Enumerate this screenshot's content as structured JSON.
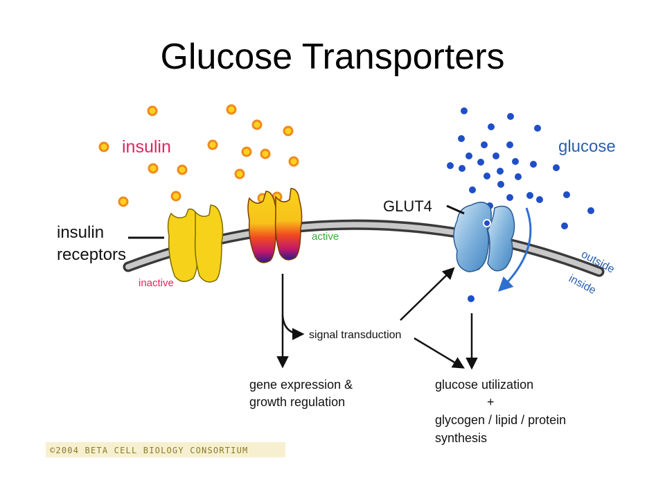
{
  "slide": {
    "title": "Glucose Transporters"
  },
  "labels": {
    "insulin": "insulin",
    "glucose": "glucose",
    "glut4": "GLUT4",
    "receptors_line1": "insulin",
    "receptors_line2": "receptors",
    "inactive": "inactive",
    "active": "active",
    "outside": "outside",
    "inside": "inside",
    "signal_transduction": "signal transduction",
    "gene_expression_line1": "gene expression &",
    "gene_expression_line2": "growth regulation",
    "utilization_line1": "glucose utilization",
    "utilization_plus": "+",
    "utilization_line2": "glycogen / lipid / protein",
    "utilization_line3": "synthesis",
    "copyright": "©2004 BETA CELL BIOLOGY CONSORTIUM"
  },
  "colors": {
    "insulin_label": "#e0245e",
    "insulin_dot": "#ffd21f",
    "insulin_dot_stroke": "#f08a1c",
    "glucose_label": "#2a5fb0",
    "glucose_dot": "#1f4fc7",
    "active_label": "#2fb02f",
    "inactive_label": "#e0245e",
    "membrane": "#3a3a3a",
    "receptor": "#f7d21a",
    "glut4": "#7fb2dc",
    "arrow_blue": "#2f6fd0",
    "copyright_box": "#f2e6b0"
  }
}
